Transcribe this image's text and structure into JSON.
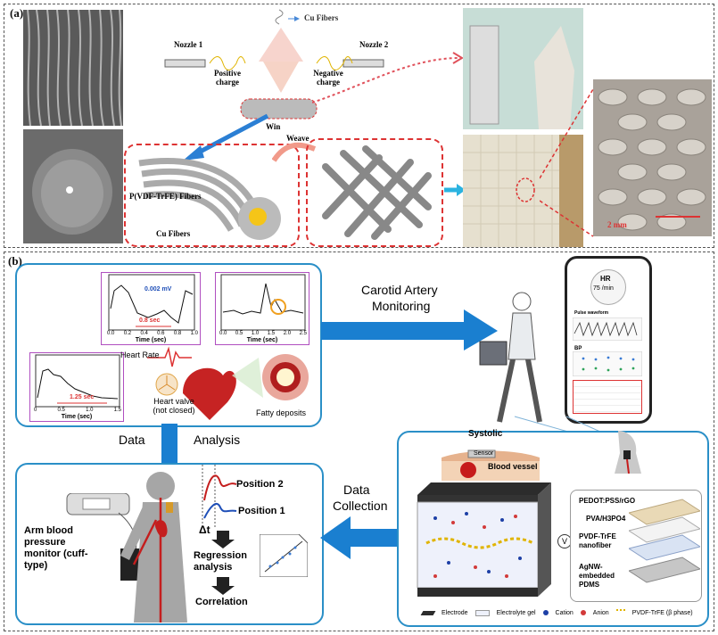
{
  "panel_a": {
    "label": "(a)",
    "cu_fibers_top": "Cu Fibers",
    "nozzle1": "Nozzle 1",
    "nozzle2": "Nozzle 2",
    "positive_charge": "Positive charge",
    "negative_charge": "Negative charge",
    "win": "Win",
    "weave": "Weave",
    "pvdf_fibers": "P(VDF-TrFE) Fibers",
    "cu_fibers": "Cu Fibers",
    "scale": "2 mm"
  },
  "panel_b": {
    "label": "(b)",
    "carotid": "Carotid Artery",
    "monitoring": "Monitoring",
    "data": "Data",
    "analysis": "Analysis",
    "data_collection_1": "Data",
    "data_collection_2": "Collection",
    "graph1": {
      "annotation_v": "0.002 mV",
      "annotation_t": "0.8 sec",
      "xlabel": "Time (sec)",
      "ticks": [
        "0.0",
        "0.2",
        "0.4",
        "0.6",
        "0.8",
        "1.0"
      ]
    },
    "graph2": {
      "xlabel": "Time (sec)",
      "ticks": [
        "0.0",
        "0.5",
        "1.0",
        "1.5",
        "2.0",
        "2.5"
      ]
    },
    "graph3": {
      "annotation_t": "1.25 sec",
      "xlabel": "Time (sec)",
      "ticks": [
        "0",
        "0.5",
        "1.0",
        "1.5"
      ]
    },
    "heart_rate": "Heart Rate",
    "heart_valve": "Heart valve (not closed)",
    "fatty": "Fatty deposits",
    "phone": {
      "hr_label": "HR",
      "hr_value": "75 /min",
      "pulse": "Pulse waveform",
      "bp": "BP"
    },
    "arm_monitor": "Arm blood pressure monitor (cuff-type)",
    "position2": "Position 2",
    "position1": "Position 1",
    "delta_t": "Δt",
    "regression": "Regression analysis",
    "correlation": "Correlation",
    "systolic": "Systolic",
    "sensor": "Sensor",
    "blood_vessel": "Blood vessel",
    "v_label": "V",
    "layers": [
      "PEDOT:PSS/rGO",
      "PVA/H3PO4",
      "PVDF-TrFE nanofiber",
      "AgNW-embedded PDMS"
    ],
    "legend": [
      "Electrode",
      "Electrolyte gel",
      "Cation",
      "Anion",
      "PVDF-TrFE (β phase)"
    ]
  },
  "colors": {
    "accent_blue": "#1a7fd0",
    "box_border": "#2a8fc7",
    "red_dash": "#d33",
    "cation": "#1d3fa6",
    "anion": "#d23a3a"
  }
}
